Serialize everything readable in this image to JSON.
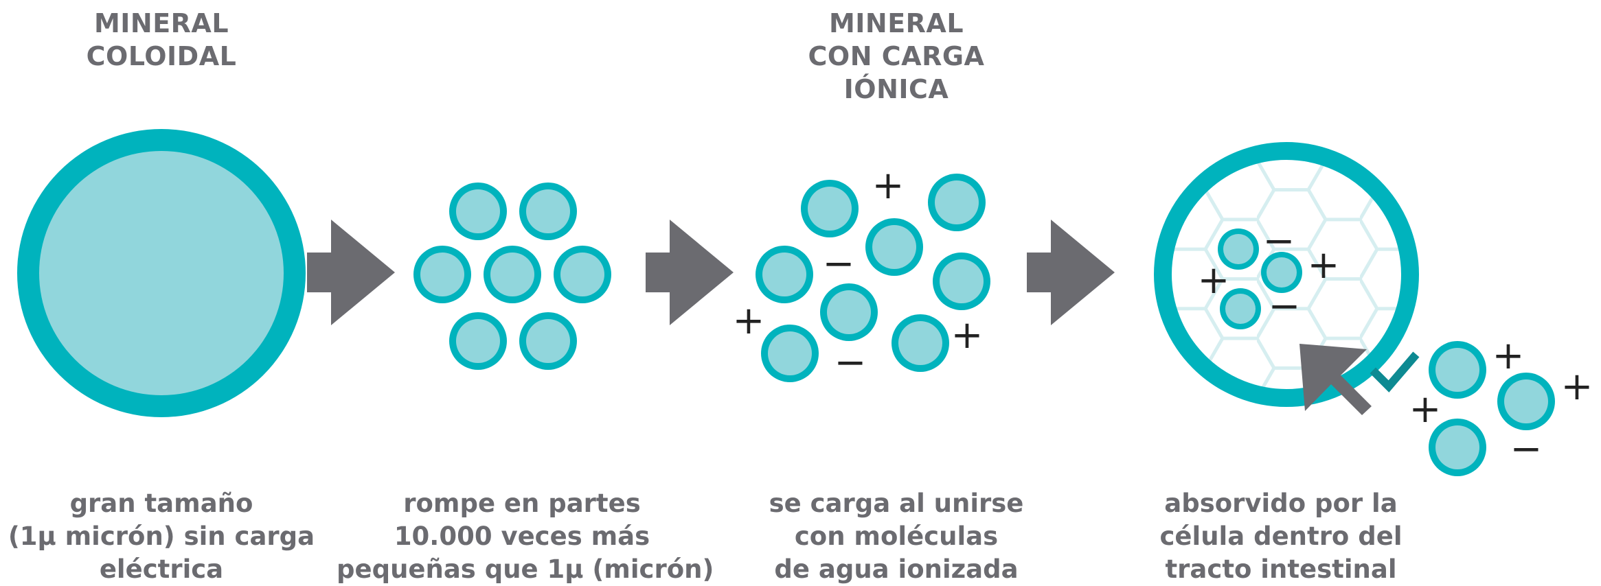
{
  "colors": {
    "teal": "#00b3bd",
    "light_teal": "#91d6dc",
    "hex_lines": "#d6eef0",
    "arrow_gray": "#6b6b70",
    "check_teal": "#0d8a92",
    "sign_dark": "#222222",
    "text_gray": "#6b6b70"
  },
  "headings": {
    "colloidal": [
      "MINERAL",
      "COLOIDAL"
    ],
    "ionic": [
      "MINERAL",
      "CON CARGA",
      "IÓNICA"
    ]
  },
  "captions": {
    "step1": [
      "gran tamaño",
      "(1µ micrón) sin carga",
      "eléctrica"
    ],
    "step2": [
      "rompe en partes",
      "10.000 veces más",
      "pequeñas que 1µ (micrón)"
    ],
    "step3": [
      "se carga al unirse",
      "con moléculas",
      "de agua ionizada"
    ],
    "step4": [
      "absorvido por la",
      "célula dentro del",
      "tracto intestinal"
    ]
  },
  "symbols": {
    "plus": "+",
    "minus": "−"
  },
  "icons": {
    "flow_arrow": "right-arrow-icon",
    "absorb_arrow": "diagonal-arrow-icon",
    "check": "check-icon"
  }
}
